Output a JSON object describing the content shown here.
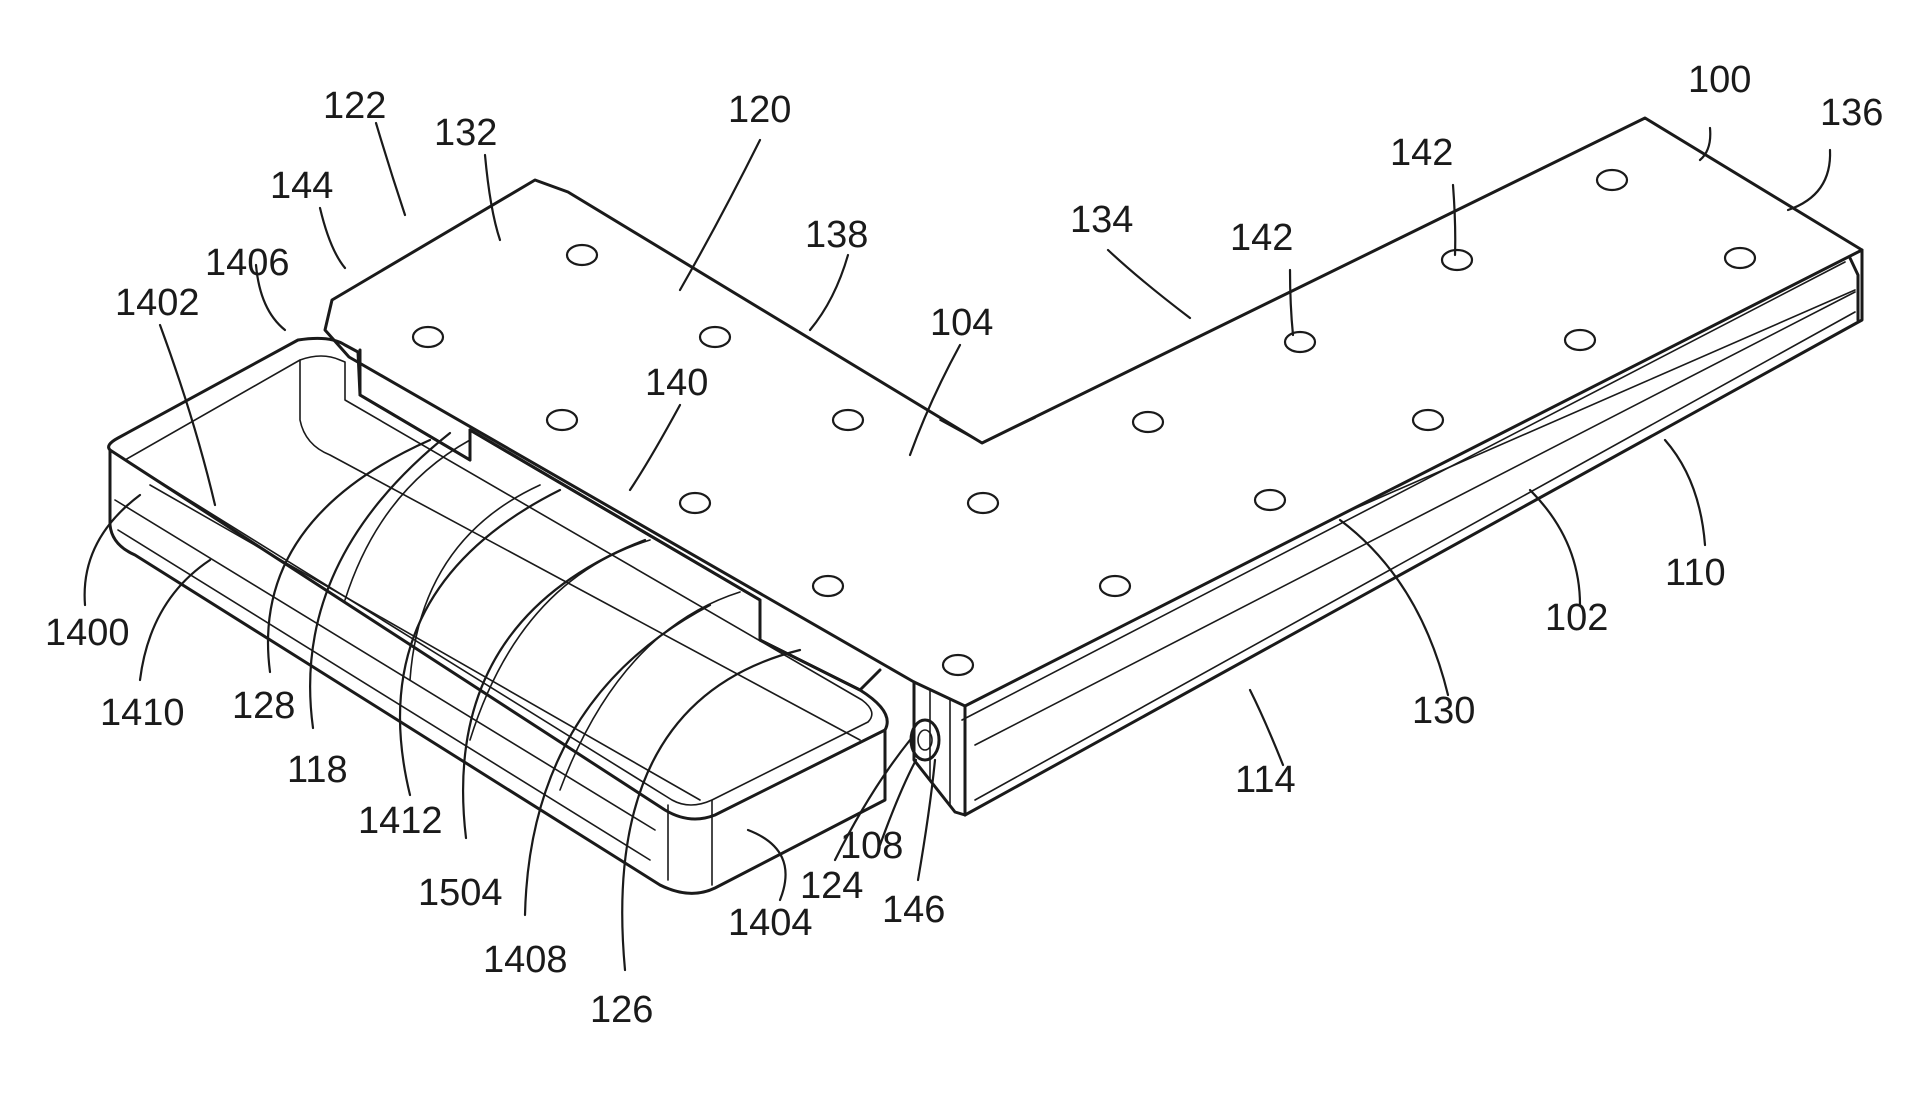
{
  "figure": {
    "reference_numerals": {
      "n100": "100",
      "n136": "136",
      "n142a": "142",
      "n142b": "142",
      "n134": "134",
      "n104": "104",
      "n138": "138",
      "n120": "120",
      "n132": "132",
      "n122": "122",
      "n144": "144",
      "n1406": "1406",
      "n1402": "1402",
      "n140": "140",
      "n1400": "1400",
      "n1410": "1410",
      "n128": "128",
      "n118": "118",
      "n1412": "1412",
      "n1504": "1504",
      "n1408": "1408",
      "n126": "126",
      "n1404": "1404",
      "n124": "124",
      "n108": "108",
      "n146": "146",
      "n114": "114",
      "n130": "130",
      "n102": "102",
      "n110": "110"
    }
  }
}
